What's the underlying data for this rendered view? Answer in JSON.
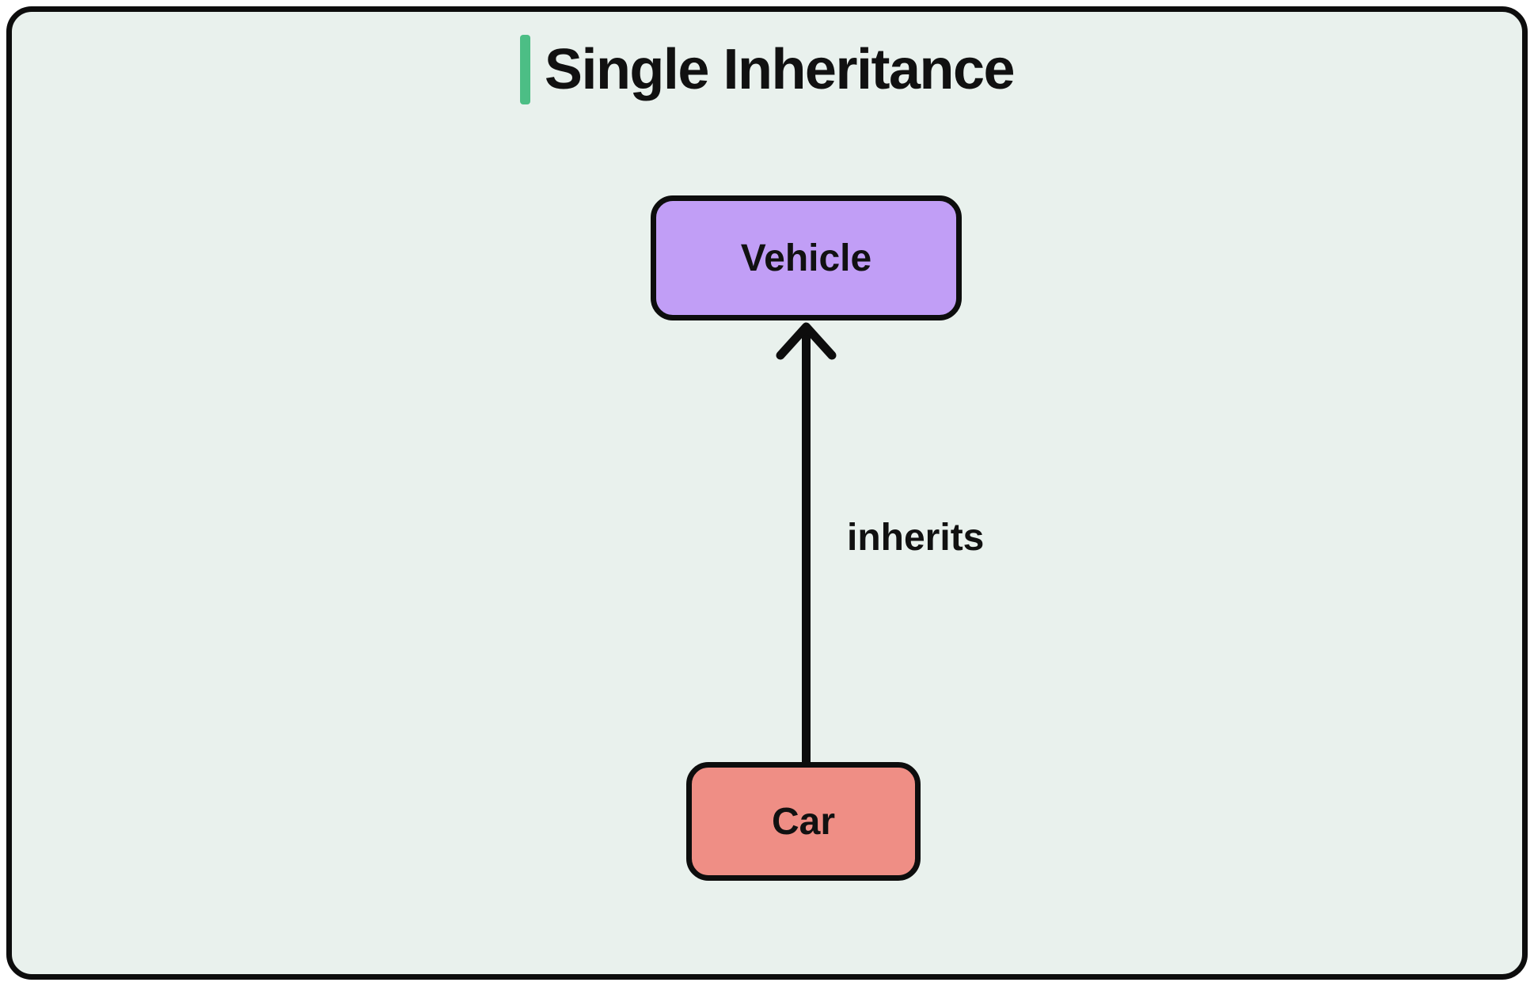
{
  "title": {
    "text": "Single Inheritance"
  },
  "diagram": {
    "type": "inheritance-diagram",
    "nodes": [
      {
        "id": "parent",
        "label": "Vehicle"
      },
      {
        "id": "child",
        "label": "Car"
      }
    ],
    "edge": {
      "label": "inherits",
      "from": "Car",
      "to": "Vehicle",
      "direction": "up"
    }
  },
  "colors": {
    "page_bg": "#ffffff",
    "canvas_bg": "#e9f1ed",
    "outline": "#0d0d0d",
    "accent": "#4cbe85",
    "parent_fill": "#c19ef6",
    "child_fill": "#ef8e85",
    "text": "#111111"
  }
}
